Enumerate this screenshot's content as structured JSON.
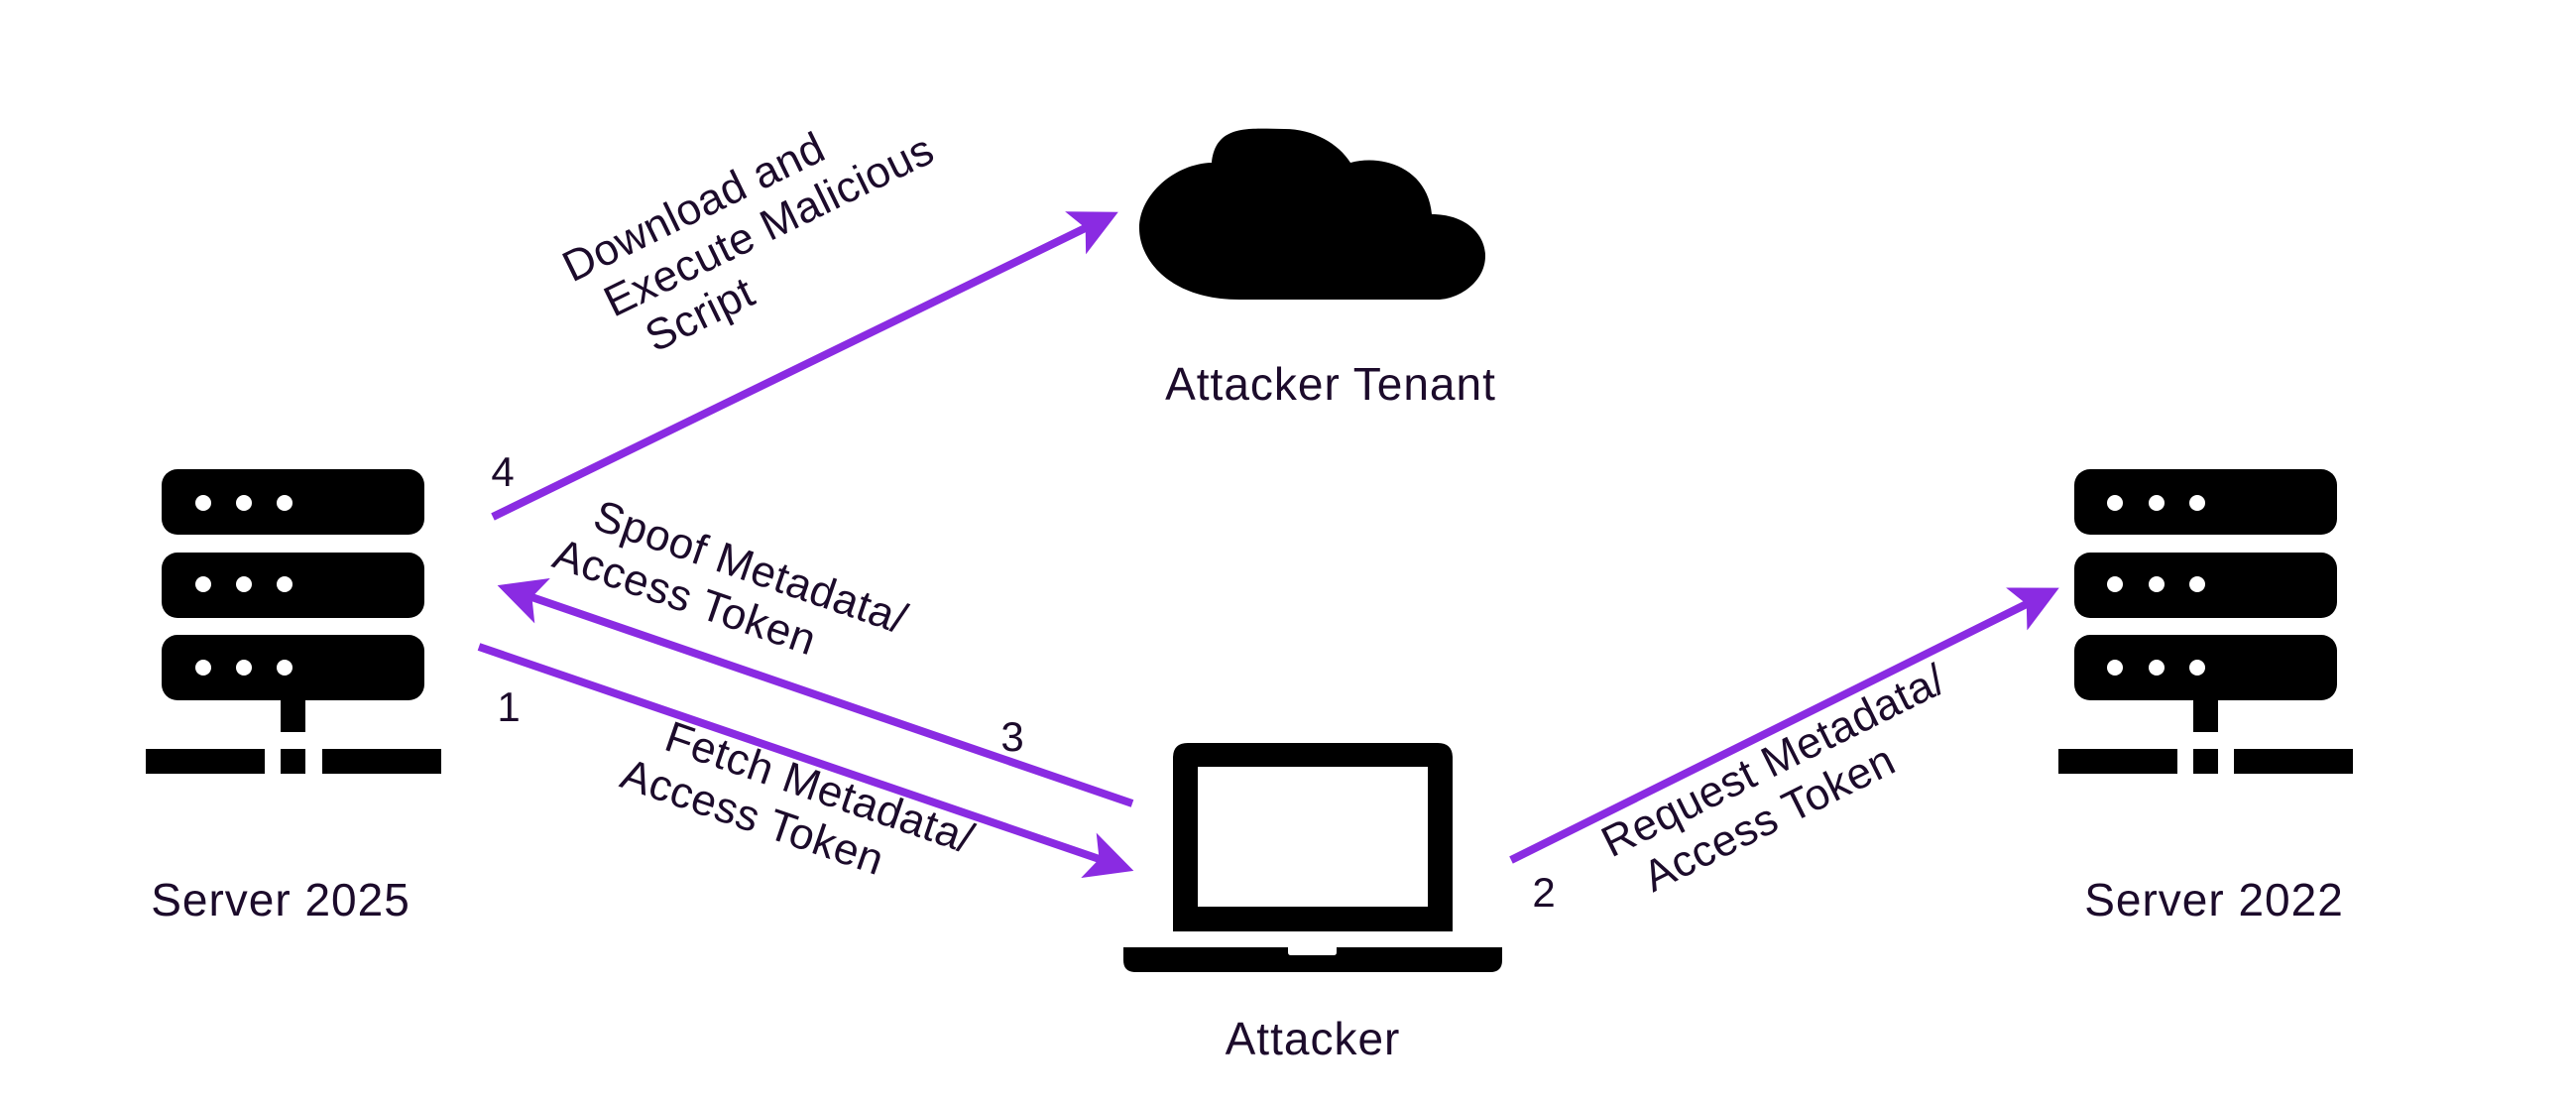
{
  "colors": {
    "arrow": "#8a2be2",
    "text": "#1c0b2b",
    "icon": "#000000",
    "background": "#ffffff"
  },
  "nodes": {
    "server_2025": {
      "label": "Server 2025",
      "icon": "server-icon"
    },
    "server_2022": {
      "label": "Server 2022",
      "icon": "server-icon"
    },
    "attacker": {
      "label": "Attacker",
      "icon": "laptop-icon"
    },
    "attacker_tenant": {
      "label": "Attacker Tenant",
      "icon": "cloud-icon"
    }
  },
  "steps": [
    {
      "number": "1",
      "from": "Server 2025",
      "to": "Attacker",
      "lines": [
        "Fetch Metadata/",
        "Access Token"
      ]
    },
    {
      "number": "2",
      "from": "Attacker",
      "to": "Server 2022",
      "lines": [
        "Request Metadata/",
        "Access Token"
      ]
    },
    {
      "number": "3",
      "from": "Attacker",
      "to": "Server 2025",
      "lines": [
        "Spoof Metadata/",
        "Access Token"
      ]
    },
    {
      "number": "4",
      "from": "Server 2025",
      "to": "Attacker Tenant",
      "lines": [
        "Download and",
        "Execute Malicious",
        "Script"
      ]
    }
  ]
}
